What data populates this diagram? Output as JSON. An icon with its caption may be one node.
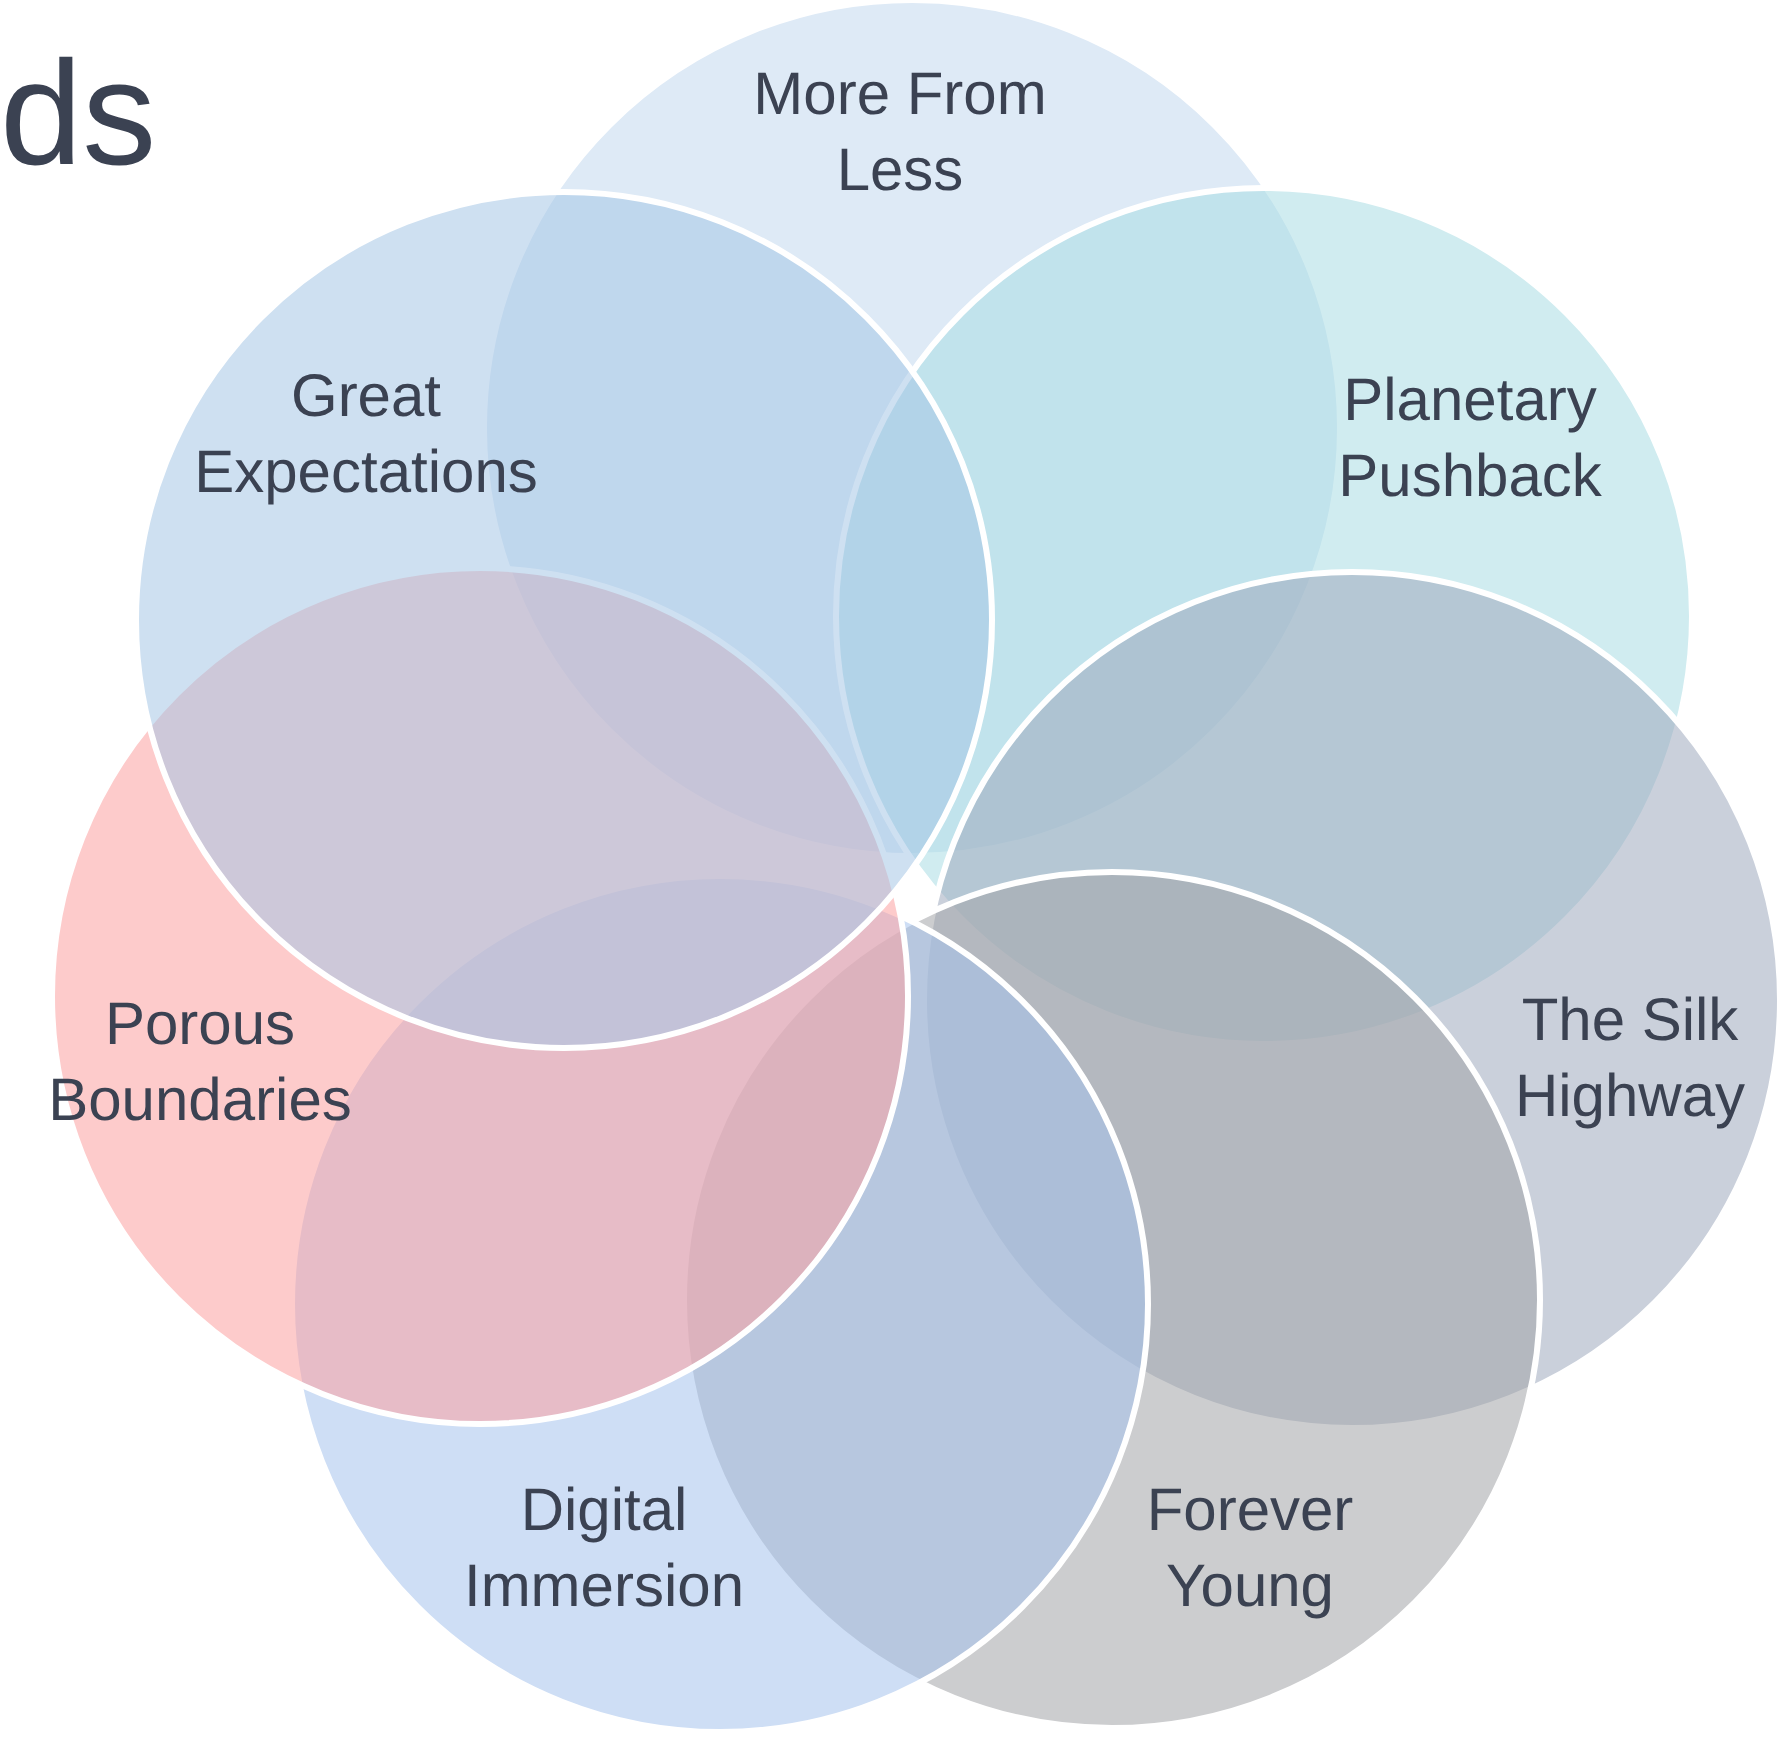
{
  "diagram": {
    "title": "ds",
    "nodes": [
      {
        "text": [
          "More From Less"
        ]
      },
      {
        "text": [
          "Planetary Pushback"
        ]
      },
      {
        "text": [
          "The Silk Highway"
        ]
      },
      {
        "text": [
          "Forever Young"
        ]
      },
      {
        "text": [
          "Digital Immersion"
        ]
      },
      {
        "text": [
          "Porous Boundaries"
        ]
      },
      {
        "text": [
          "Great Expectations"
        ]
      }
    ]
  }
}
